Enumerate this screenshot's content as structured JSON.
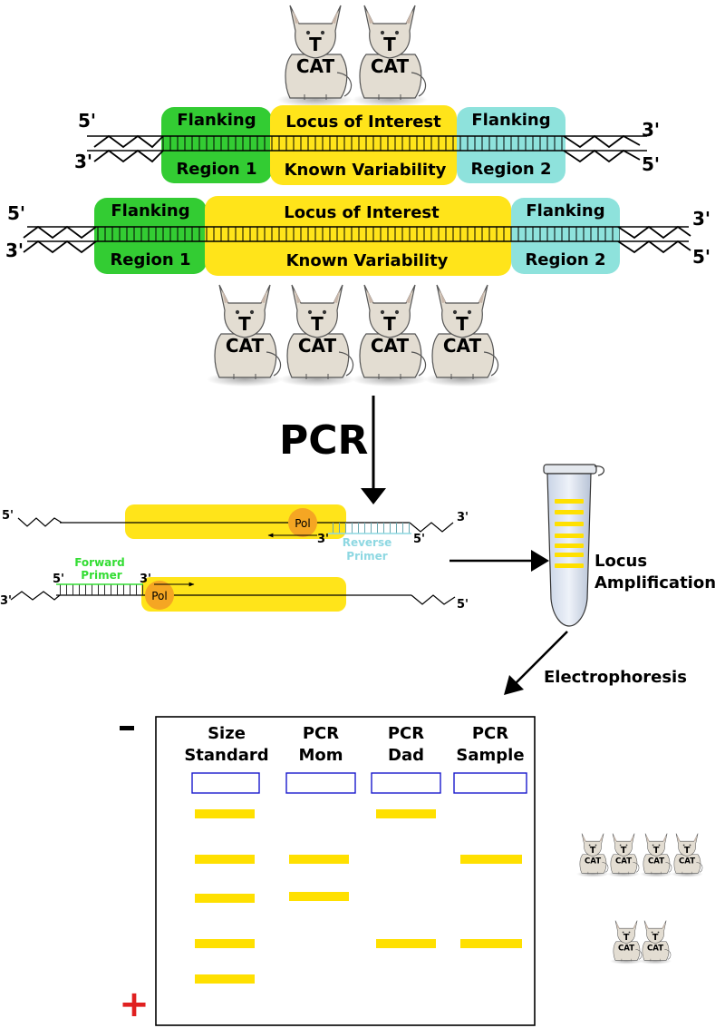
{
  "cat_text": {
    "line1": "T",
    "line2": "CAT"
  },
  "dna": {
    "five_prime": "5'",
    "three_prime": "3'",
    "flank_top": "Flanking",
    "region1": "Region 1",
    "region2": "Region 2",
    "locus_top": "Locus of Interest",
    "locus_bottom": "Known Variability"
  },
  "pcr": {
    "title": "PCR",
    "pol": "Pol",
    "reverse_primer": [
      "Reverse",
      "Primer"
    ],
    "forward_primer": [
      "Forward",
      "Primer"
    ]
  },
  "tube_label": [
    "Locus",
    "Amplification"
  ],
  "electrophoresis_label": "Electrophoresis",
  "gel": {
    "minus": "-",
    "plus": "+",
    "lanes": [
      {
        "label": [
          "Size",
          "Standard"
        ],
        "bands": [
          1,
          2,
          3,
          4,
          5
        ]
      },
      {
        "label": [
          "PCR",
          "Mom"
        ],
        "bands": [
          2,
          3
        ]
      },
      {
        "label": [
          "PCR",
          "Dad"
        ],
        "bands": [
          1,
          4
        ]
      },
      {
        "label": [
          "PCR",
          "Sample"
        ],
        "bands": [
          2,
          4
        ]
      }
    ]
  },
  "colors": {
    "flank_left": "#33cc33",
    "locus": "#ffe41a",
    "flank_right": "#8ee2dc",
    "forward_primer": "#33dd33",
    "reverse_primer": "#99e6ee",
    "polymerase": "#f5a623",
    "plus": "#e02020",
    "well": "#1a1acc",
    "band": "#ffe000"
  }
}
